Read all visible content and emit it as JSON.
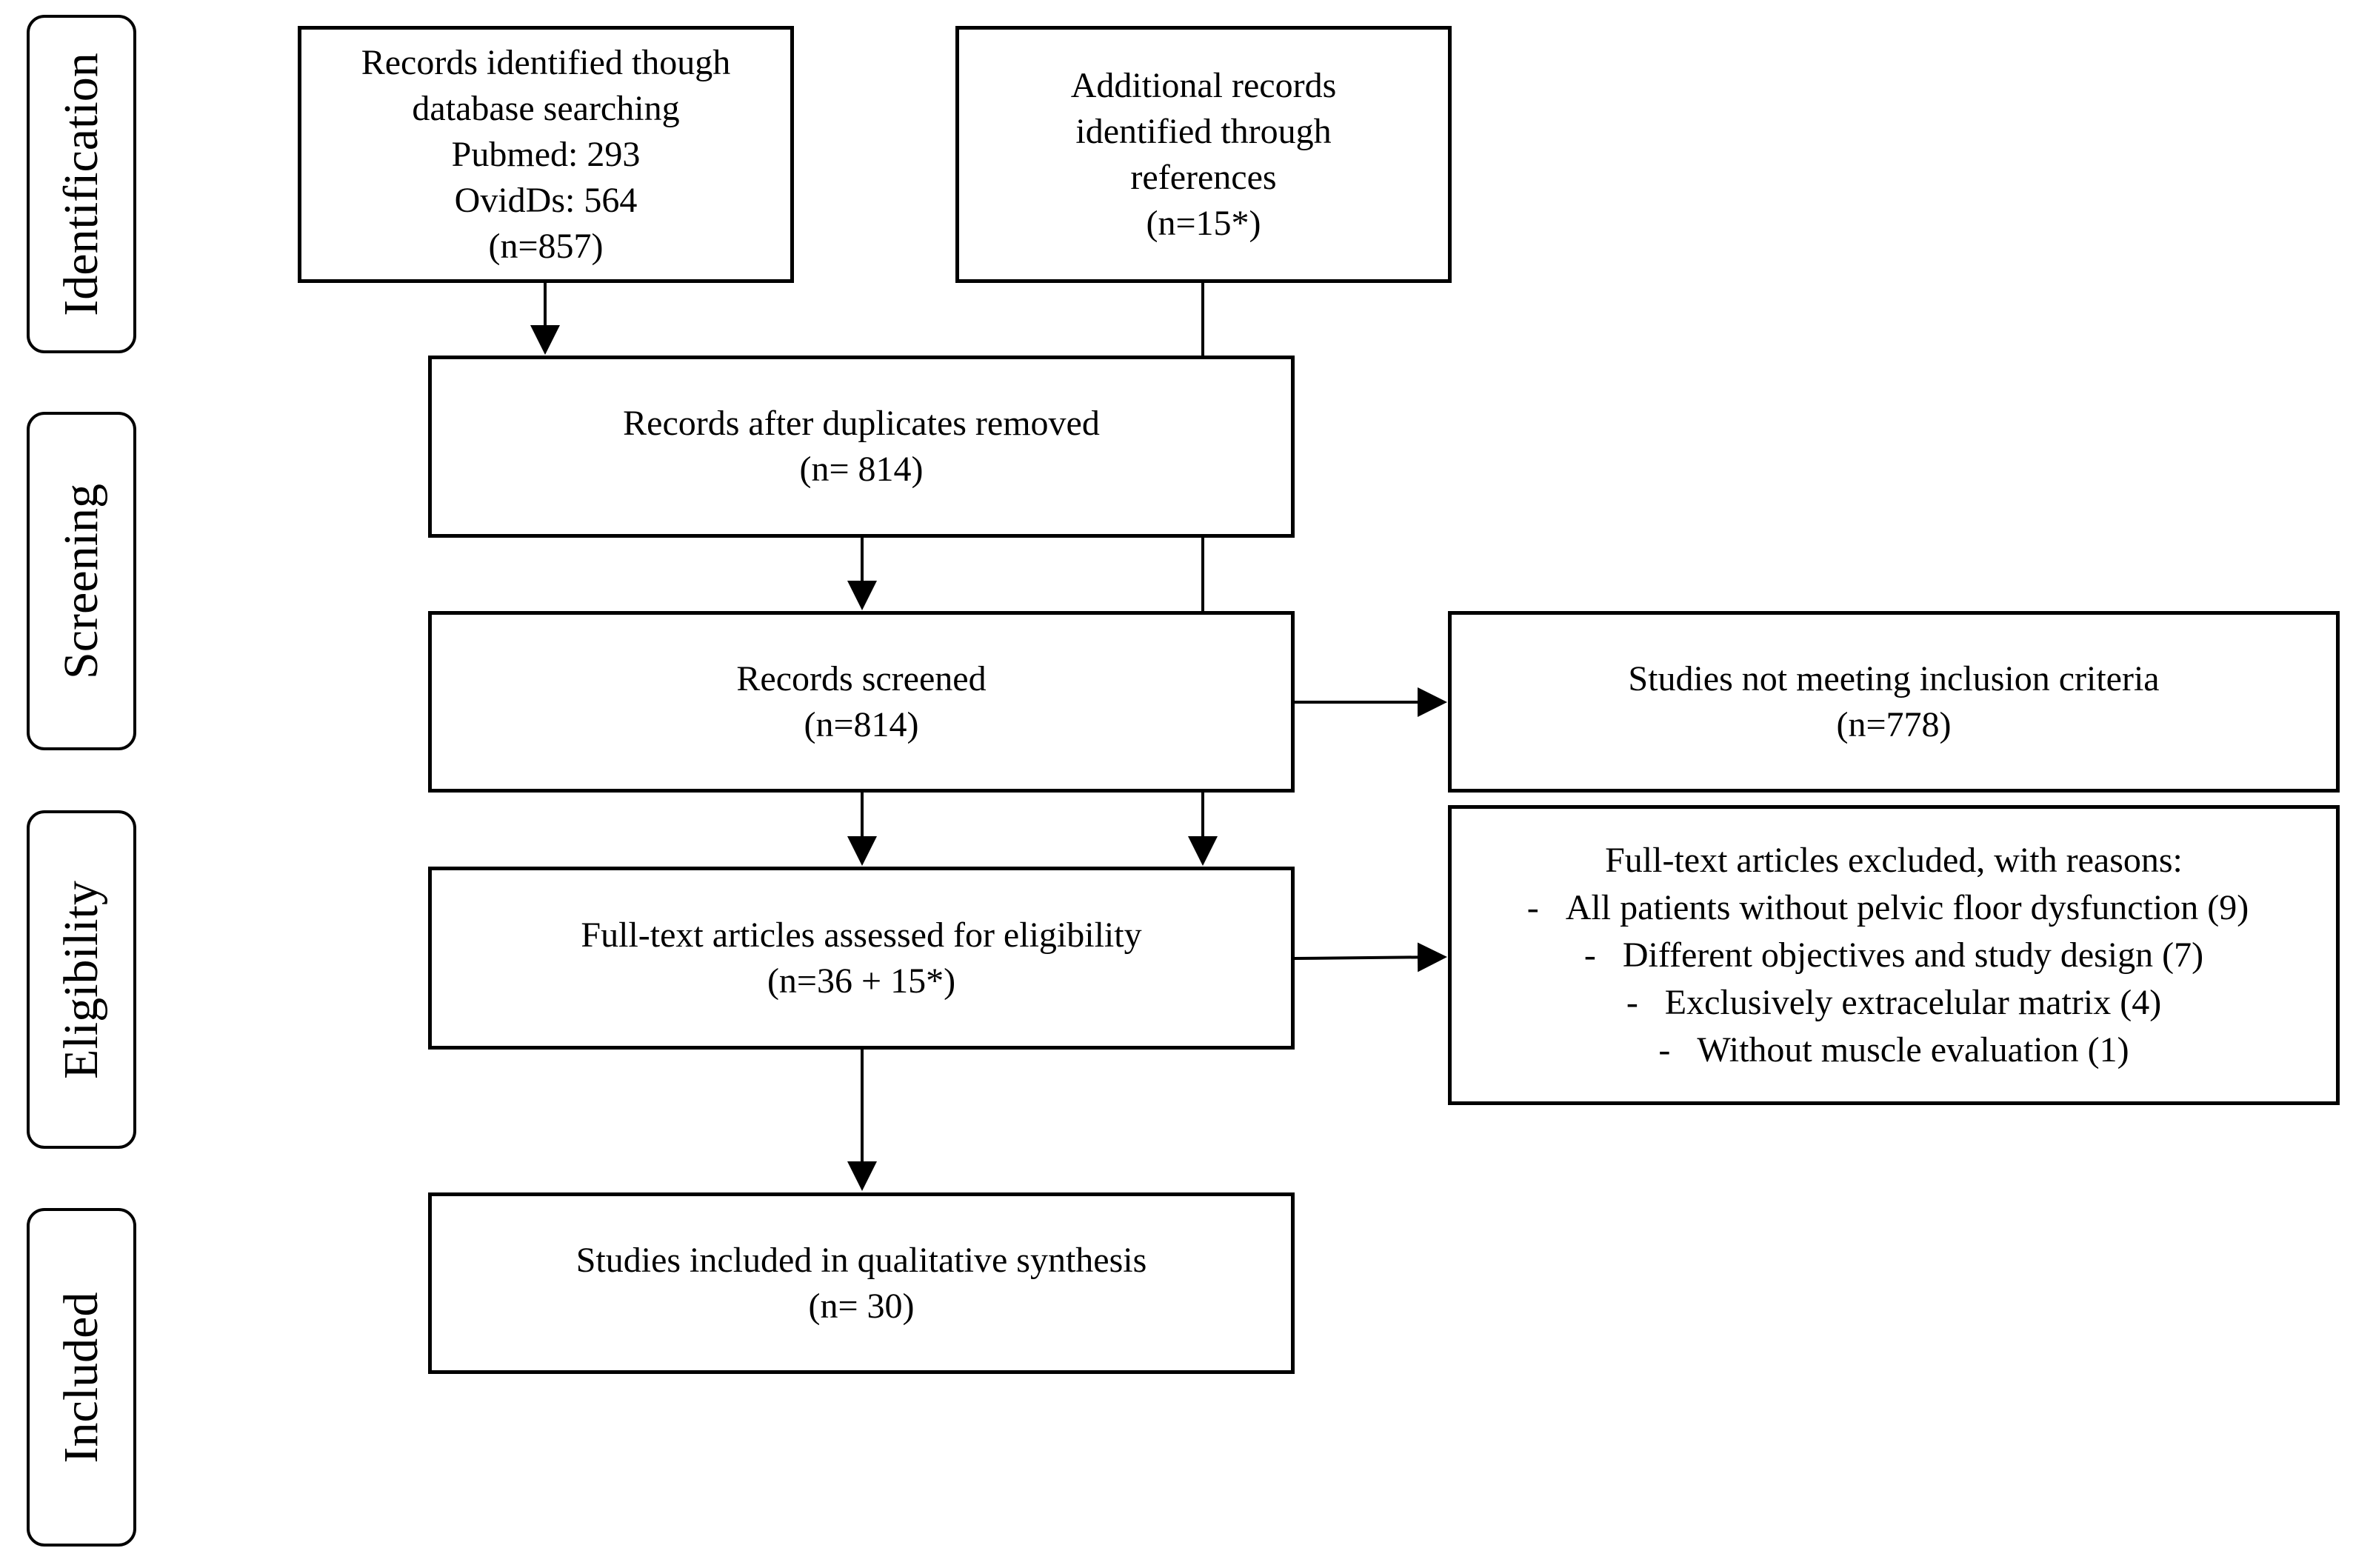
{
  "phases": {
    "identification": "Identification",
    "screening": "Screening",
    "eligibility": "Eligibility",
    "included": "Included"
  },
  "boxes": {
    "database_search": {
      "lines": [
        "Records identified though",
        "database searching",
        "Pubmed: 293",
        "OvidDs: 564",
        "(n=857)"
      ]
    },
    "additional_records": {
      "lines": [
        "Additional records",
        "identified through",
        "references",
        "(n=15*)"
      ]
    },
    "duplicates_removed": {
      "lines": [
        "Records after duplicates removed",
        "(n= 814)"
      ]
    },
    "records_screened": {
      "lines": [
        "Records screened",
        "(n=814)"
      ]
    },
    "not_meeting_criteria": {
      "lines": [
        "Studies not meeting inclusion criteria",
        "(n=778)"
      ]
    },
    "fulltext_assessed": {
      "lines": [
        "Full-text articles assessed for eligibility",
        "(n=36 + 15*)"
      ]
    },
    "fulltext_excluded": {
      "title": "Full-text articles excluded, with reasons:",
      "bullet": "-",
      "reasons": [
        "All patients without pelvic floor dysfunction (9)",
        "Different objectives and study design (7)",
        "Exclusively extracelular matrix (4)",
        "Without muscle evaluation (1)"
      ]
    },
    "included_studies": {
      "lines": [
        "Studies included in qualitative synthesis",
        "(n= 30)"
      ]
    }
  }
}
